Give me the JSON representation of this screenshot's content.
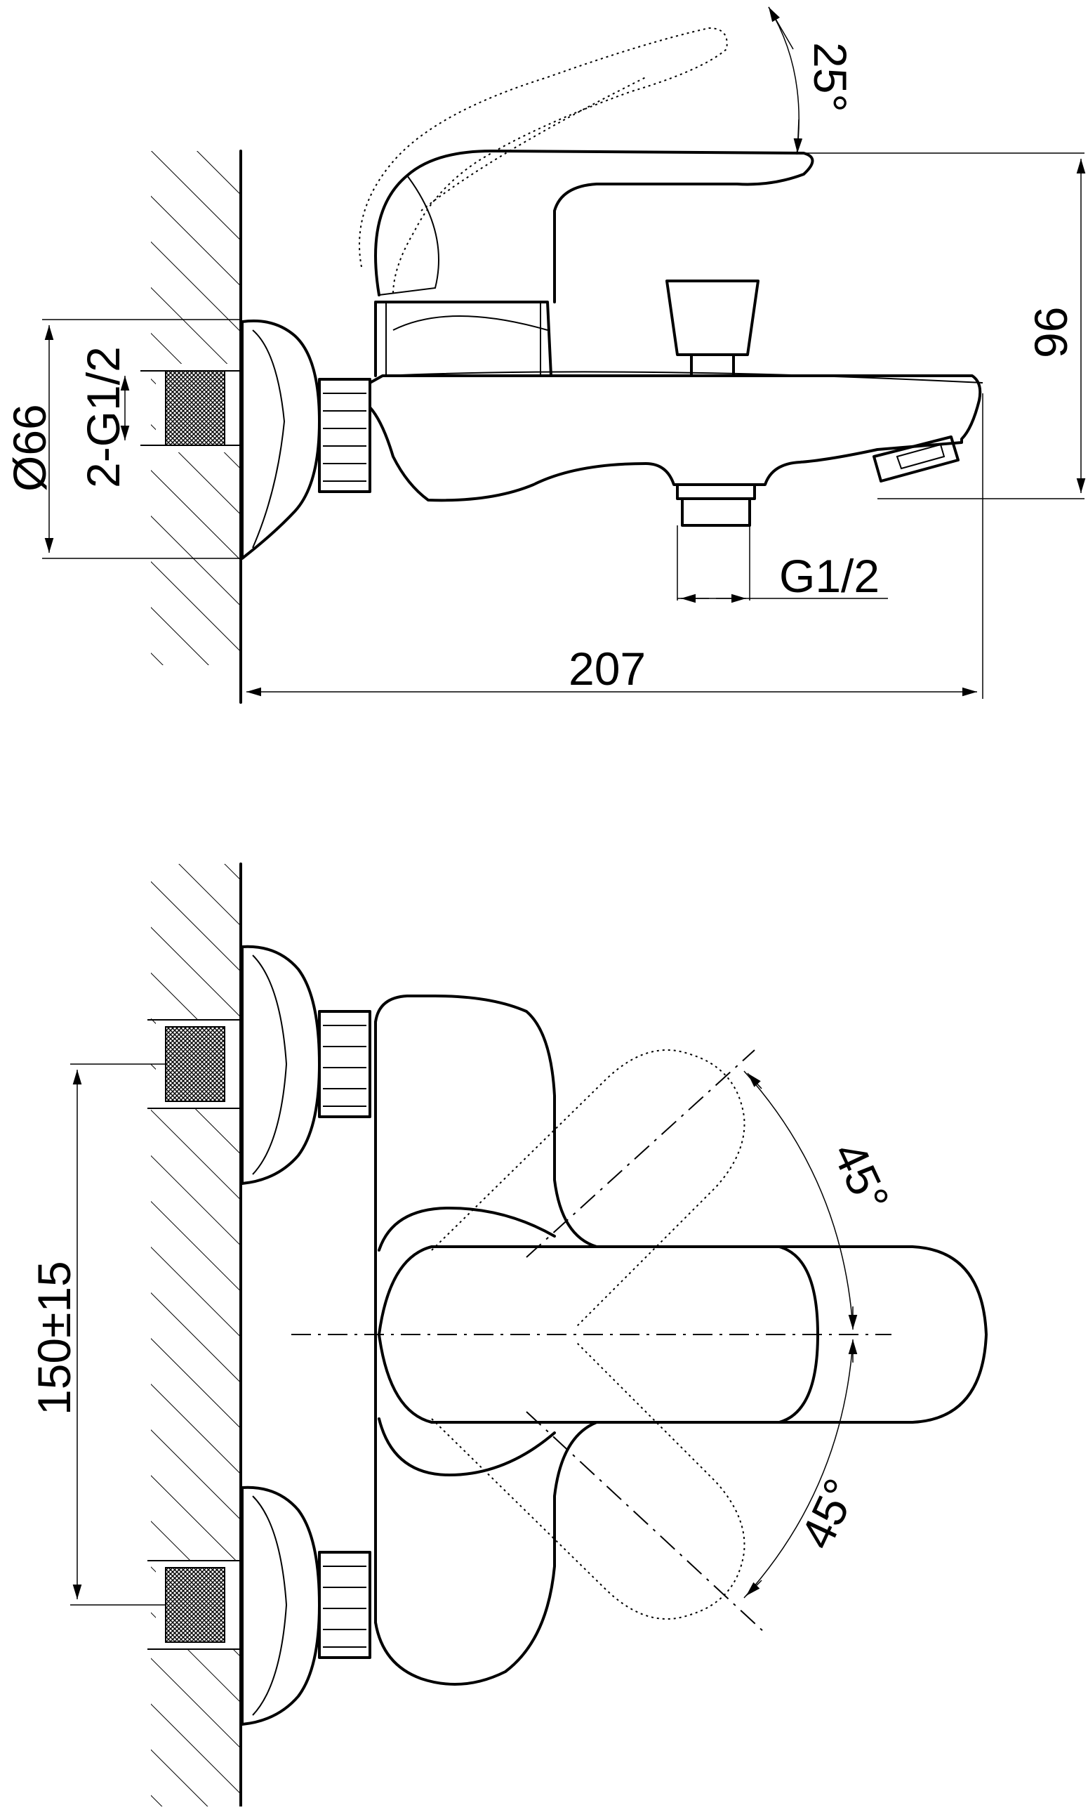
{
  "side_view": {
    "angle_lever": "25°",
    "height": "96",
    "flange_diameter": "Ø66",
    "inlet_thread": "2-G1/2",
    "outlet_thread": "G1/2",
    "total_length": "207"
  },
  "top_view": {
    "centers": "150±15",
    "angle_upper": "45°",
    "angle_lower": "45°"
  }
}
